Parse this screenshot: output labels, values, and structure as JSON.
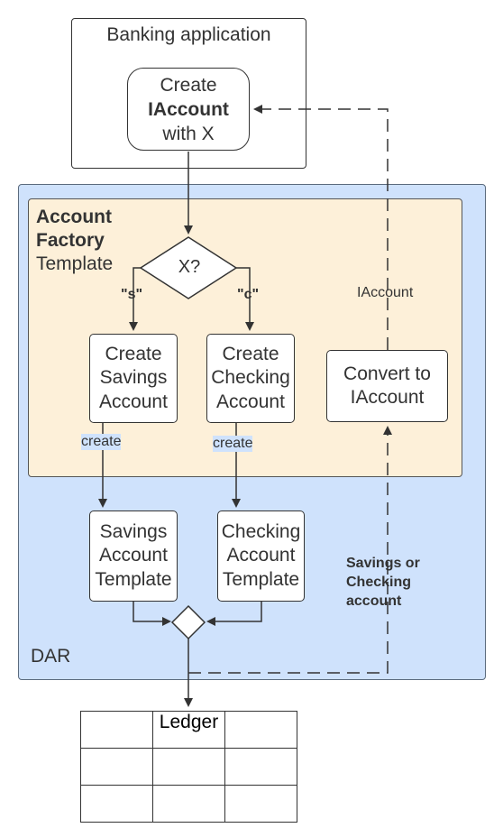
{
  "banking_app": {
    "title": "Banking  application",
    "create_node": {
      "line1": "Create",
      "line2": "IAccount",
      "line3": "with X"
    }
  },
  "factory": {
    "title_bold_1": "Account",
    "title_bold_2": "Factory",
    "title_plain": "Template",
    "decision": "X?",
    "branch_s": "\"s\"",
    "branch_c": "\"c\"",
    "create_savings": [
      "Create",
      "Savings",
      "Account"
    ],
    "create_checking": [
      "Create",
      "Checking",
      "Account"
    ],
    "convert": [
      "Convert to",
      "IAccount"
    ]
  },
  "dar": {
    "label": "DAR",
    "create_label_savings": "create",
    "create_label_checking": "create",
    "savings_template": [
      "Savings",
      "Account",
      "Template"
    ],
    "checking_template": [
      "Checking",
      "Account",
      "Template"
    ],
    "return_label": "IAccount",
    "savings_or_checking": "Savings or Checking account"
  },
  "ledger": {
    "header": "Ledger",
    "rows": [
      [
        "",
        "Ledger",
        ""
      ],
      [
        "",
        "",
        ""
      ],
      [
        "",
        "",
        ""
      ]
    ]
  },
  "colors": {
    "dar_fill": "#cfe2fc",
    "factory_fill": "#fdf0d9",
    "stroke": "#333333"
  }
}
